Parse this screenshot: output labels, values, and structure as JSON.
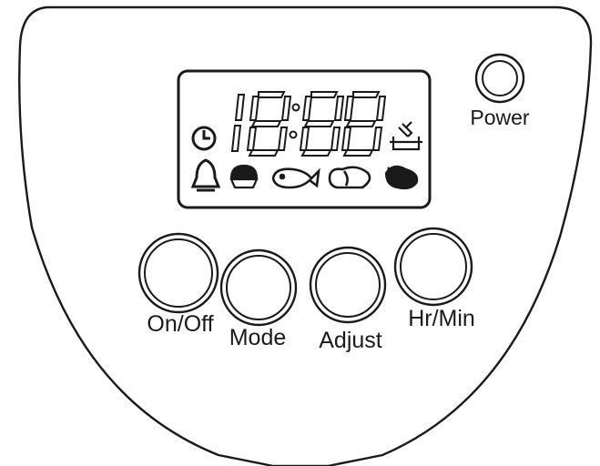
{
  "panel": {
    "power_label": "Power",
    "buttons": [
      {
        "label": "On/Off"
      },
      {
        "label": "Mode"
      },
      {
        "label": "Adjust"
      },
      {
        "label": "Hr/Min"
      }
    ]
  },
  "display": {
    "time_readout": "18:88",
    "icons": [
      "clock-icon",
      "keep-warm-icon",
      "bread-icon",
      "fish-icon",
      "vegetable-icon",
      "meat-icon",
      "steam-pot-icon"
    ]
  },
  "colors": {
    "outline": "#1a1a1a",
    "background": "#ffffff"
  }
}
